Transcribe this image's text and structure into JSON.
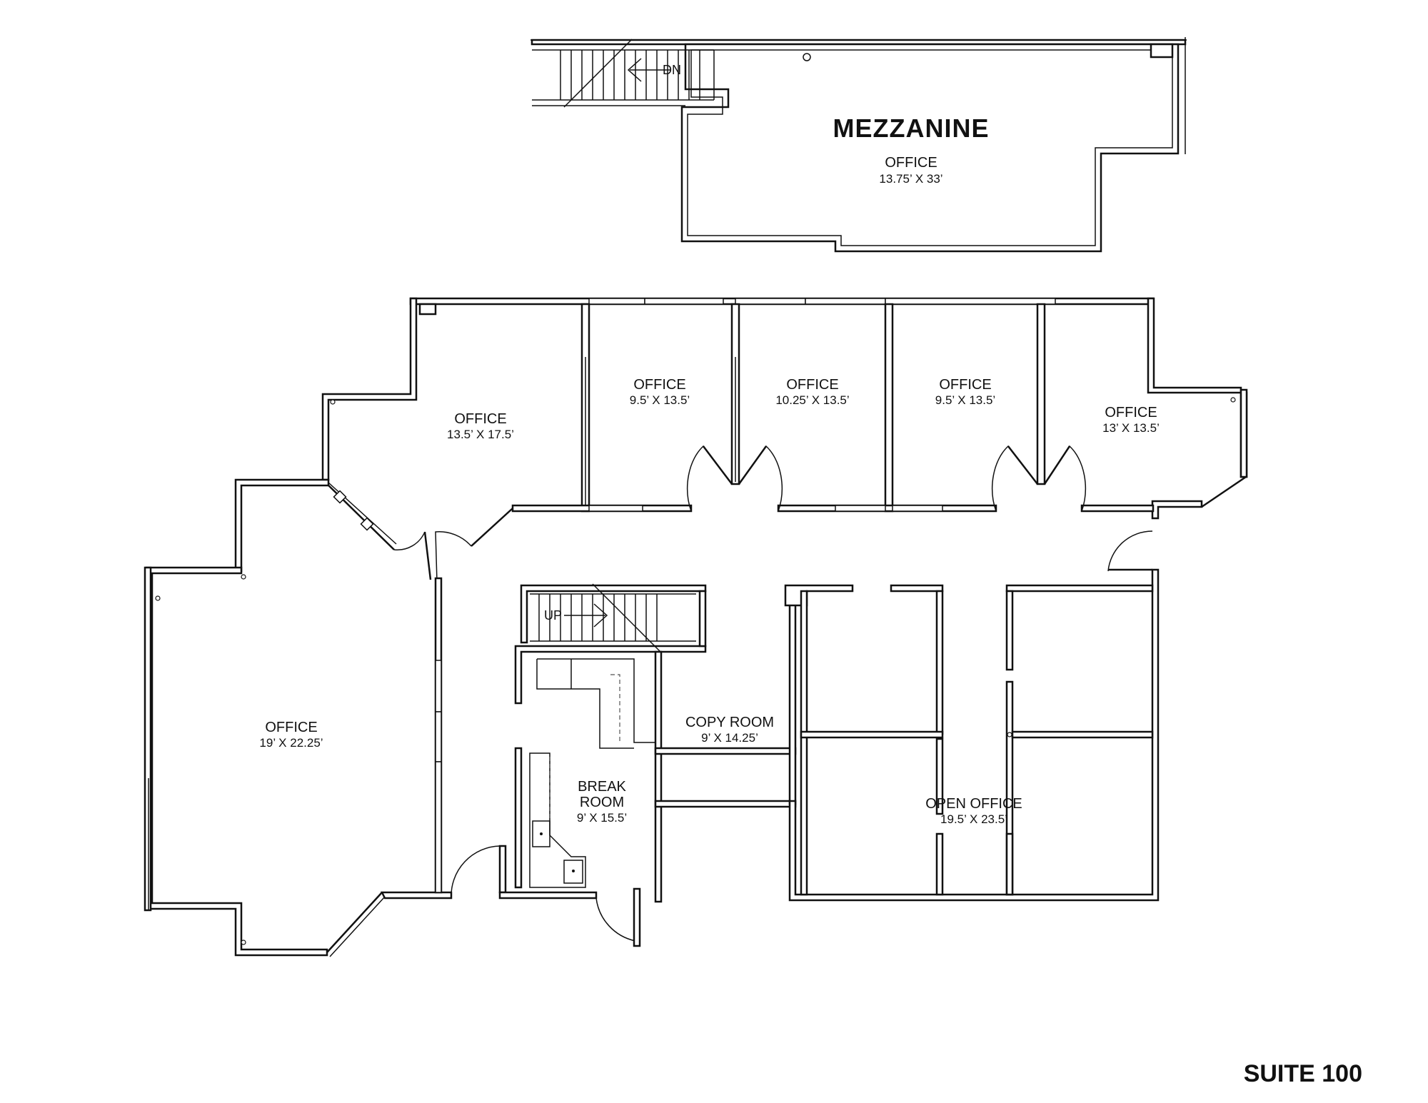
{
  "mezzanine": {
    "title": "MEZZANINE",
    "office": {
      "label": "OFFICE",
      "dims": "13.75’ X 33’"
    },
    "stair_label": "DN"
  },
  "rooms": {
    "office_a": {
      "label": "OFFICE",
      "dims": "13.5’ X 17.5’"
    },
    "office_b": {
      "label": "OFFICE",
      "dims": "9.5’ X 13.5’"
    },
    "office_c": {
      "label": "OFFICE",
      "dims": "10.25’ X 13.5’"
    },
    "office_d": {
      "label": "OFFICE",
      "dims": "9.5’ X 13.5’"
    },
    "office_e": {
      "label": "OFFICE",
      "dims": "13’ X 13.5’"
    },
    "office_large": {
      "label": "OFFICE",
      "dims": "19’ X 22.25’"
    },
    "copy_room": {
      "label": "COPY ROOM",
      "dims": "9’ X 14.25’"
    },
    "break_room": {
      "label_line1": "BREAK",
      "label_line2": "ROOM",
      "dims": "9’ X 15.5’"
    },
    "open_office": {
      "label": "OPEN OFFICE",
      "dims": "19.5’ X 23.5’"
    }
  },
  "stair_up_label": "UP",
  "suite_label": "SUITE 100"
}
